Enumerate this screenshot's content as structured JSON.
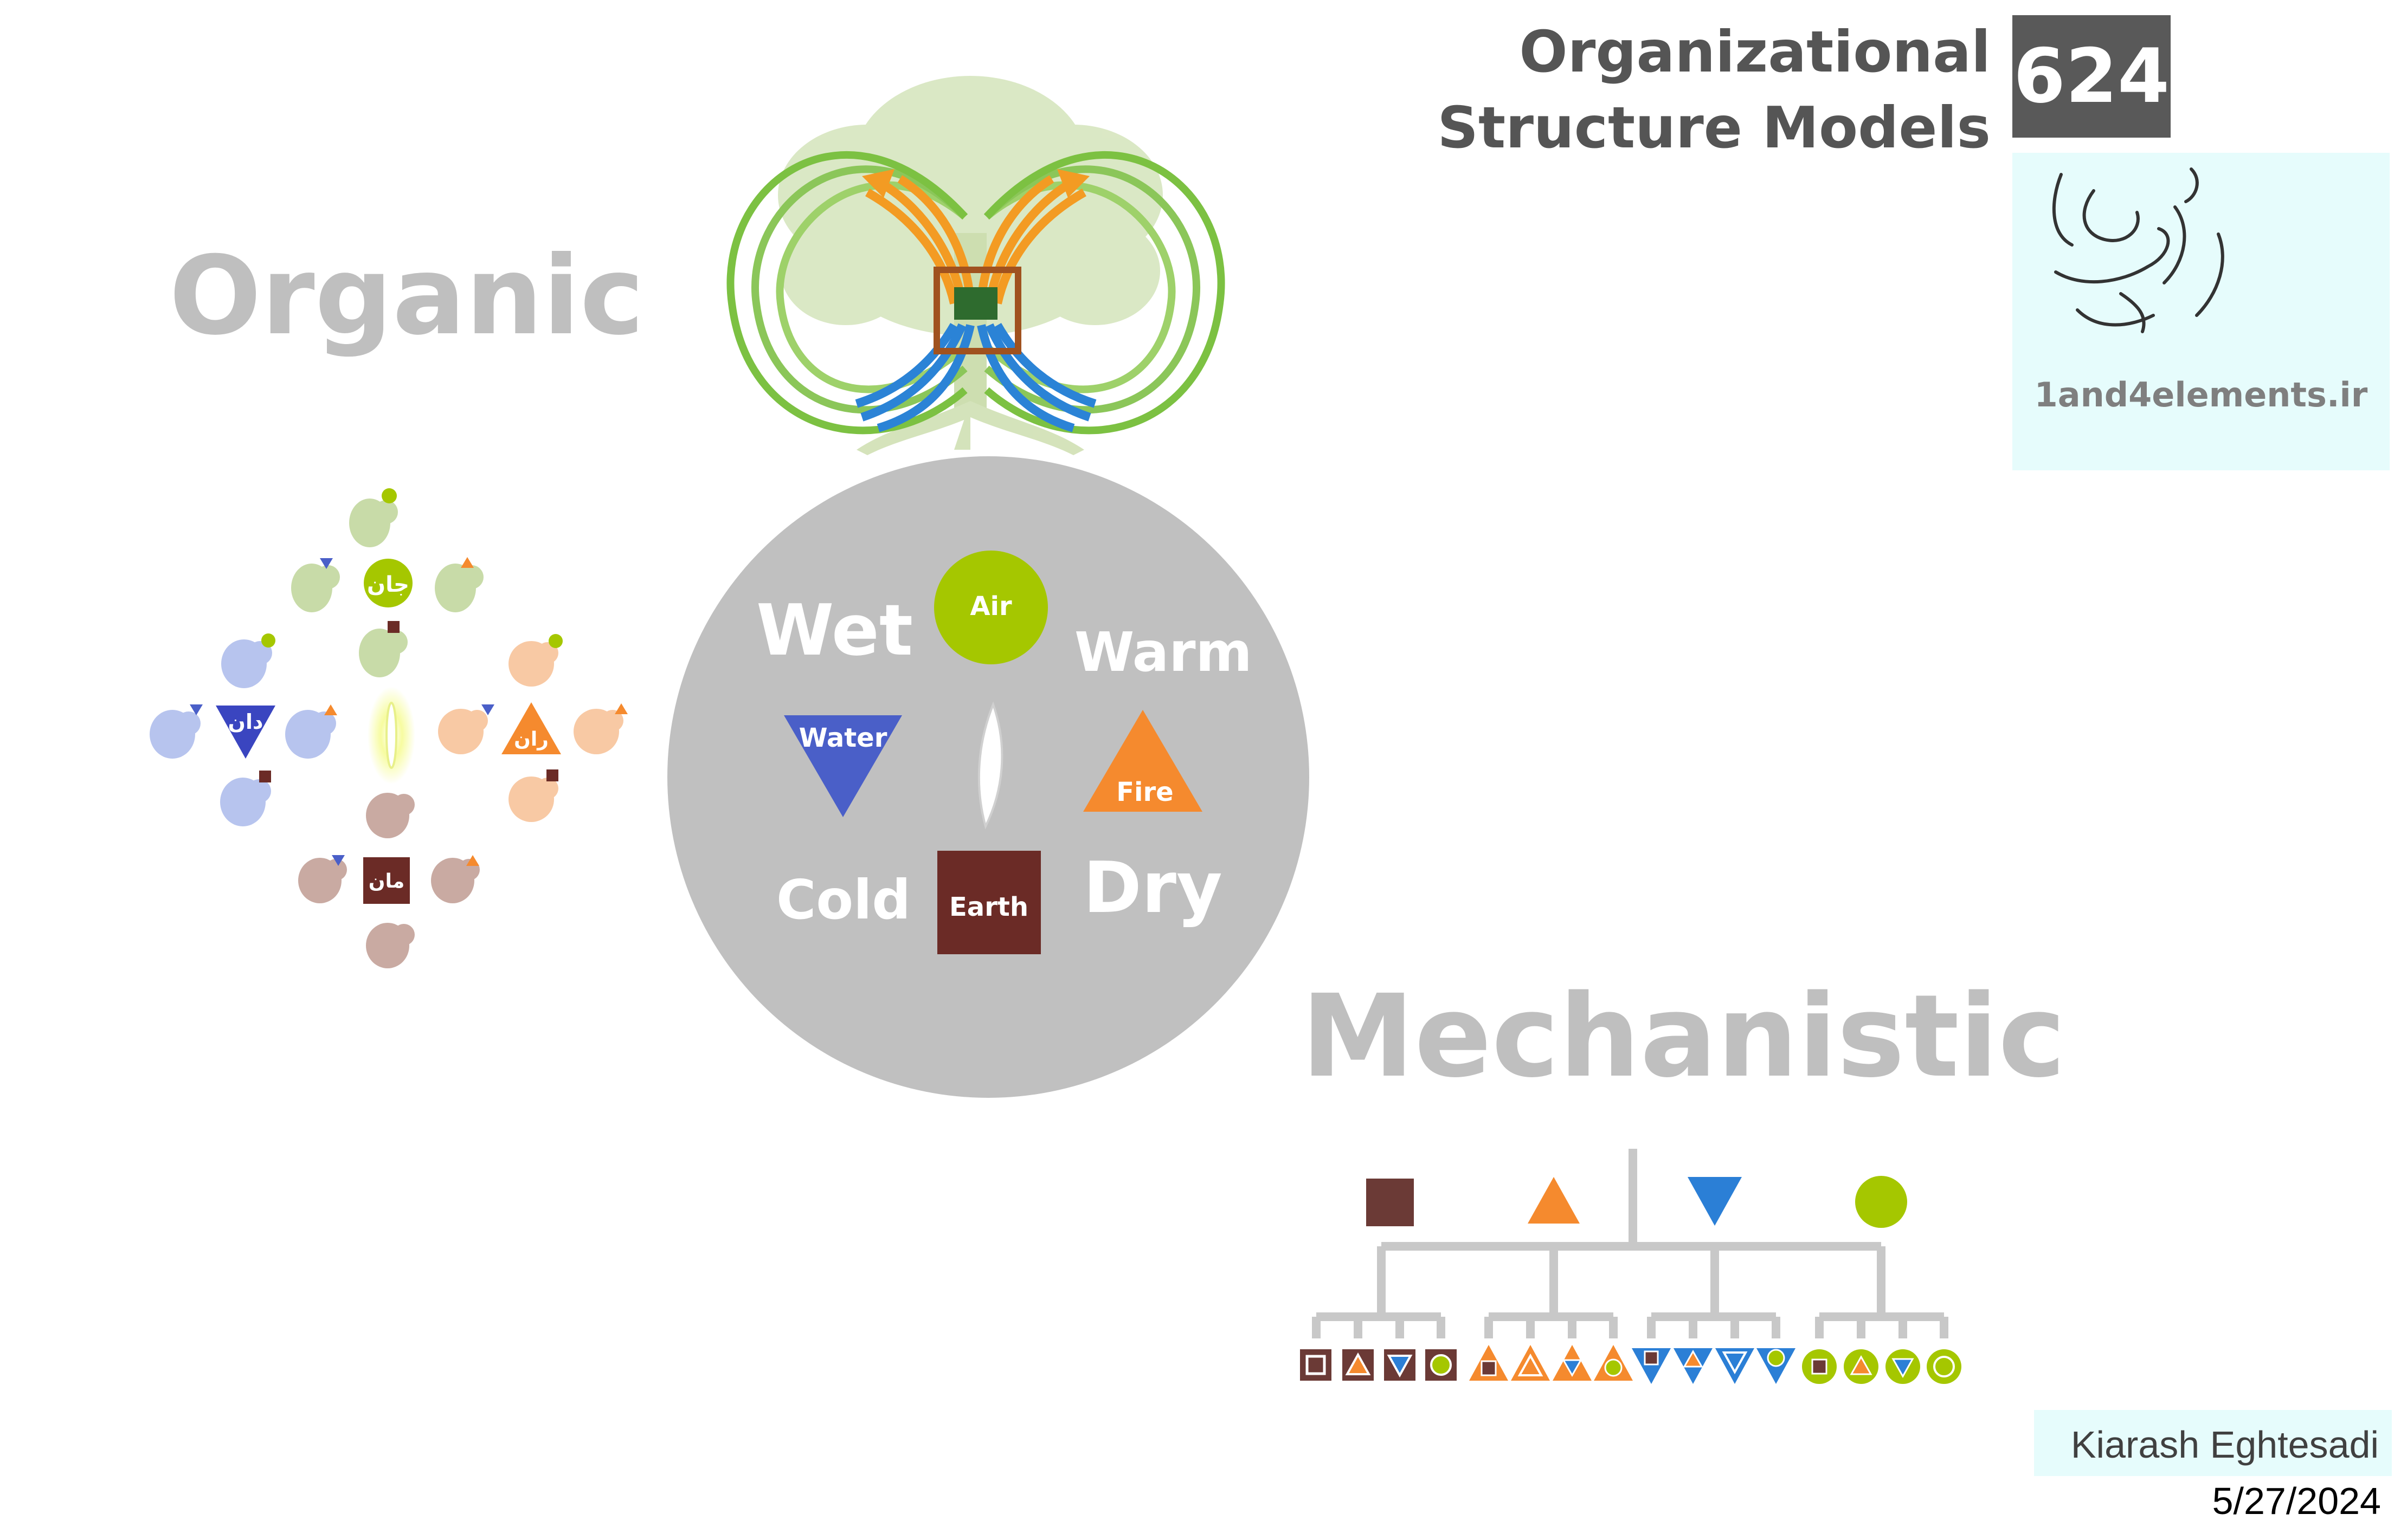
{
  "header": {
    "title_line1": "Organizational",
    "title_line2": "Structure Models",
    "slide_number": "624"
  },
  "logo": {
    "site": "1and4elements.ir",
    "calligraphy": "آب آتش خاک هوا"
  },
  "labels": {
    "organic": "Organic",
    "mechanistic": "Mechanistic"
  },
  "qualities": {
    "wet": "Wet",
    "warm": "Warm",
    "cold": "Cold",
    "dry": "Dry"
  },
  "elements": {
    "air": "Air",
    "water": "Water",
    "fire": "Fire",
    "earth": "Earth"
  },
  "farsi": {
    "jan": "جان",
    "dan": "دان",
    "ran": "ران",
    "man": "مان"
  },
  "colors": {
    "air": "#a5c700",
    "water": "#4a5fc8",
    "fire": "#f58a2e",
    "earth": "#6b2b26",
    "gray_circle": "#c0c0c0",
    "label_gray": "#bfbfbf",
    "tree_green": "#c8dba8",
    "arc_green": "#7cc142",
    "arrow_orange": "#f39b23",
    "arrow_blue": "#2b83d6"
  },
  "footer": {
    "author": "Kiarash Eghtesadi",
    "date": "5/27/2024"
  }
}
